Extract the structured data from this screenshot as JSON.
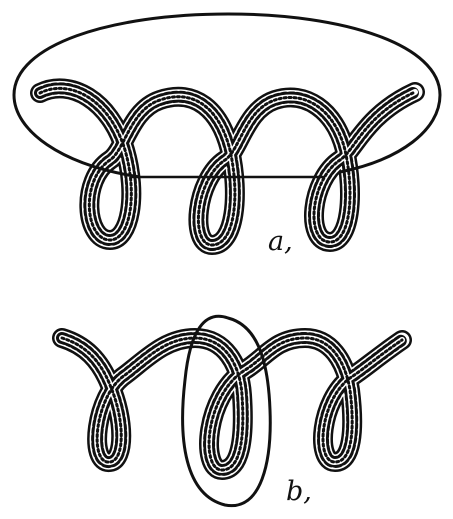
{
  "panels": [
    {
      "id": "a",
      "label": "a,"
    },
    {
      "id": "b",
      "label": "b,"
    }
  ],
  "colors": {
    "ink": "#111111",
    "paper": "#ffffff"
  }
}
